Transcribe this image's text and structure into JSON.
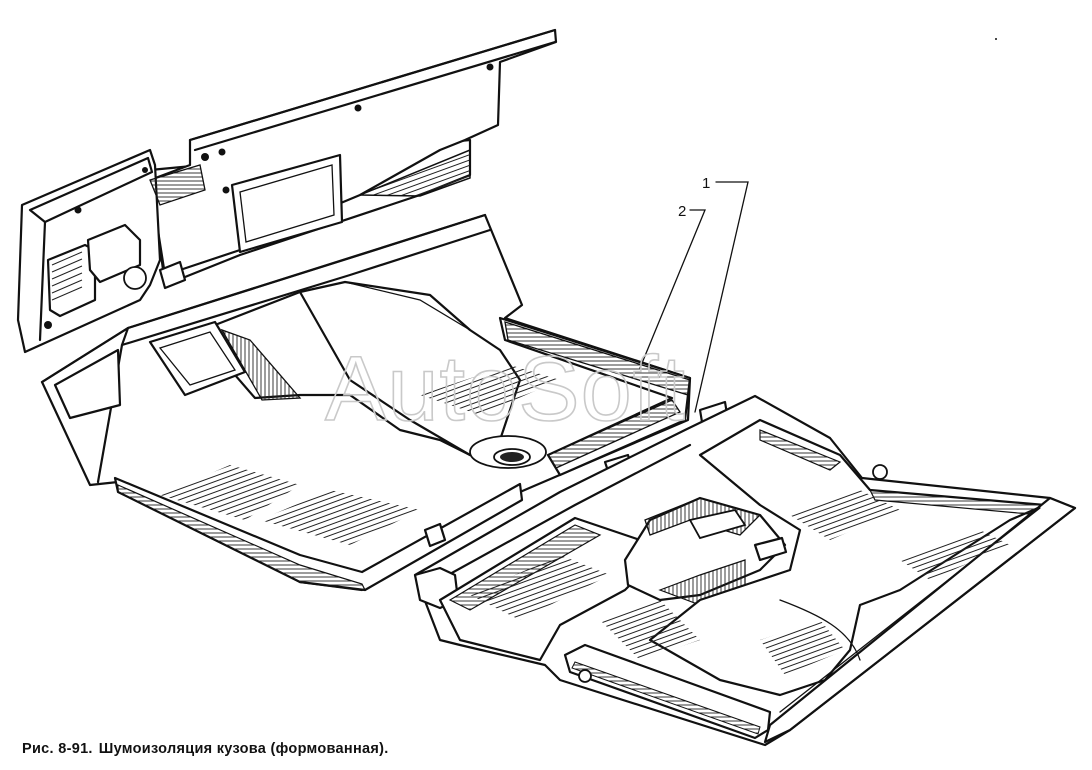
{
  "figure": {
    "number": "Рис. 8-91.",
    "title": "Шумоизоляция кузова (формованная)."
  },
  "callouts": [
    {
      "label": "1"
    },
    {
      "label": "2"
    }
  ],
  "watermark": "AutoSoft"
}
